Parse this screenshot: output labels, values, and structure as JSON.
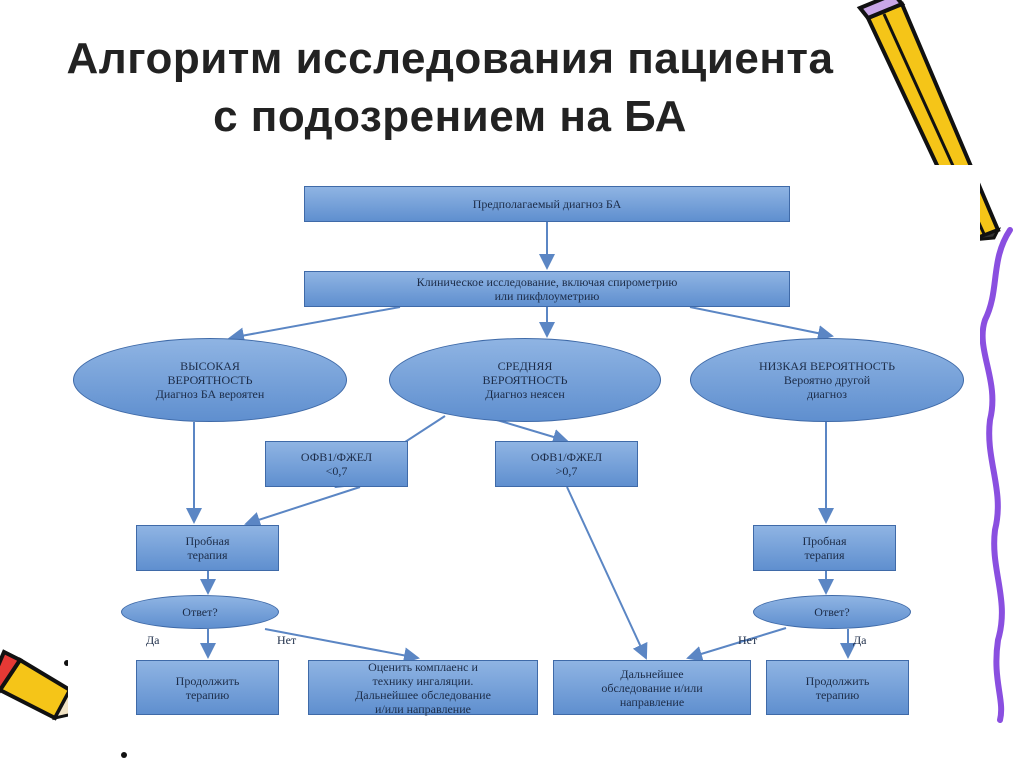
{
  "title": {
    "line1": "Алгоритм исследования пациента",
    "line2": "с подозрением на БА"
  },
  "nodes": {
    "presumed_diagnosis": [
      "Предполагаемый диагноз БА"
    ],
    "clinical_exam": [
      "Клиническое исследование, включая спирометрию",
      "или пикфлоуметрию"
    ],
    "high": [
      "ВЫСОКАЯ",
      "ВЕРОЯТНОСТЬ",
      "Диагноз БА вероятен"
    ],
    "medium": [
      "СРЕДНЯЯ",
      "ВЕРОЯТНОСТЬ",
      "Диагноз неясен"
    ],
    "low": [
      "НИЗКАЯ ВЕРОЯТНОСТЬ",
      "Вероятно другой",
      "диагноз"
    ],
    "fev_low": [
      "ОФВ1/ФЖЕЛ",
      "<0,7"
    ],
    "fev_high": [
      "ОФВ1/ФЖЕЛ",
      ">0,7"
    ],
    "trial_left": [
      "Пробная",
      "терапия"
    ],
    "trial_right": [
      "Пробная",
      "терапия"
    ],
    "response_left": [
      "Ответ?"
    ],
    "response_right": [
      "Ответ?"
    ],
    "continue_left": [
      "Продолжить",
      "терапию"
    ],
    "compliance": [
      "Оценить комплаенс и",
      "технику ингаляции.",
      "Дальнейшее обследование",
      "и/или направление"
    ],
    "further": [
      "Дальнейшее",
      "обследование и/или",
      "направление"
    ],
    "continue_right": [
      "Продолжить",
      "терапию"
    ]
  },
  "edge_labels": {
    "yes_left": "Да",
    "no_left": "Нет",
    "no_right": "Нет",
    "yes_right": "Да"
  }
}
